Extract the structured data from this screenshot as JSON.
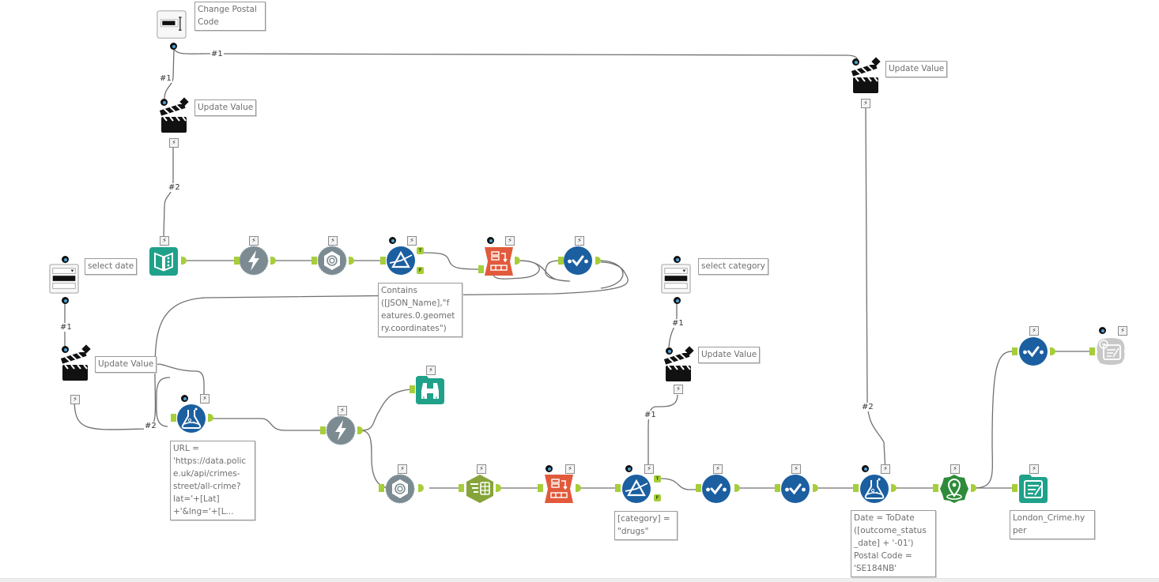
{
  "canvas": {
    "colors": {
      "wire": "#6f6f6f",
      "anchor": "#a6ce39",
      "interface_blue": "#1b5fa0",
      "developer_gray": "#7b8b91",
      "io_teal": "#1fa18a",
      "transform_red": "#e15a3c",
      "prep_olive": "#86a43a",
      "spatial_green": "#2e8b3a",
      "disabled_gray": "#c8c8c8"
    }
  },
  "tools": {
    "text_box_postal": {
      "icon": "text-box-icon",
      "annotation": "Change Postal Code"
    },
    "action_top_left": {
      "icon": "clapperboard-icon",
      "annotation": "Update Value"
    },
    "action_top_right": {
      "icon": "clapperboard-icon",
      "annotation": "Update Value"
    },
    "text_input": {
      "icon": "book-icon"
    },
    "dynamic_input_1": {
      "icon": "lightning-icon"
    },
    "json_parse_1": {
      "icon": "json-parse-icon"
    },
    "filter_1": {
      "icon": "filter-prism-icon",
      "annotation": "Contains\n([JSON_Name],\"f\neatures.0.geomet\nry.coordinates\")",
      "t_label": "T",
      "f_label": "F"
    },
    "text_to_columns_1": {
      "icon": "text-to-columns-icon"
    },
    "select_1": {
      "icon": "select-checkmark-icon"
    },
    "dropdown_date": {
      "icon": "dropdown-icon",
      "annotation": "select date"
    },
    "action_date": {
      "icon": "clapperboard-icon",
      "annotation": "Update Value"
    },
    "formula_url": {
      "icon": "formula-flask-icon",
      "annotation": "URL =\n'https://data.polic\ne.uk/api/crimes-\nstreet/all-crime?\nlat='+[Lat]\n+'&lng='+[L..."
    },
    "download": {
      "icon": "lightning-icon"
    },
    "browse": {
      "icon": "binoculars-icon"
    },
    "json_parse_2": {
      "icon": "json-parse-icon"
    },
    "cross_tab": {
      "icon": "crosstab-icon"
    },
    "text_to_columns_2": {
      "icon": "text-to-columns-icon"
    },
    "filter_2": {
      "icon": "filter-prism-icon",
      "annotation": "[category] =\n\"drugs\"",
      "t_label": "T",
      "f_label": "F"
    },
    "dropdown_category": {
      "icon": "dropdown-icon",
      "annotation": "select category"
    },
    "action_category": {
      "icon": "clapperboard-icon",
      "annotation": "Update Value"
    },
    "select_2": {
      "icon": "select-checkmark-icon"
    },
    "select_3": {
      "icon": "select-checkmark-icon"
    },
    "formula_date": {
      "icon": "formula-flask-icon",
      "annotation": "Date = ToDate\n([outcome_status\n_date] + '-01')\nPostal Code =\n'SE184NB'"
    },
    "create_points": {
      "icon": "map-pin-icon"
    },
    "select_4": {
      "icon": "select-checkmark-icon"
    },
    "output_disabled": {
      "icon": "output-document-icon"
    },
    "output_hyper": {
      "icon": "output-document-icon",
      "annotation": "London_Crime.hy\nper"
    }
  },
  "wire_labels": {
    "postal_to_right": "#1",
    "postal_to_left": "#1",
    "action_left_to_input": "#2",
    "date_to_action": "#1",
    "action_date_to_formula": "#2",
    "category_to_action": "#1",
    "action_category_to_filter": "#1",
    "action_right_to_formula": "#2"
  },
  "bolt_glyph": "⚡"
}
